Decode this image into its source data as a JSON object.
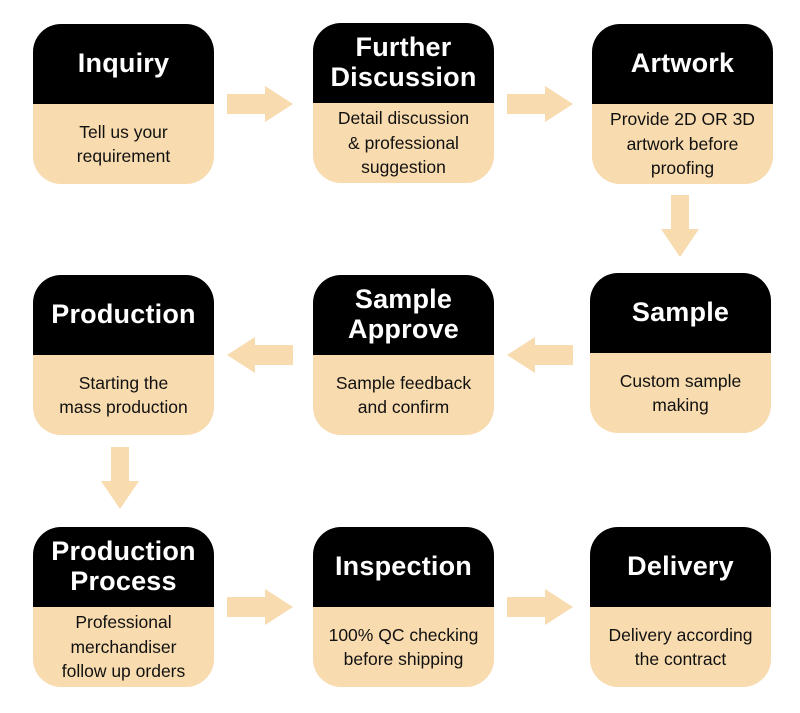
{
  "diagram": {
    "type": "process-flow",
    "colors": {
      "background": "#ffffff",
      "card_top_bg": "#000000",
      "card_bottom_bg": "#f8dbae",
      "arrow": "#f8dbae",
      "title_text": "#ffffff",
      "description_text": "#111111"
    },
    "steps": [
      {
        "title": "Inquiry",
        "description": "Tell us your\nrequirement"
      },
      {
        "title": "Further\nDiscussion",
        "description": "Detail discussion\n& professional\nsuggestion"
      },
      {
        "title": "Artwork",
        "description": "Provide 2D OR 3D\nartwork before\nproofing"
      },
      {
        "title": "Production",
        "description": "Starting the\nmass production"
      },
      {
        "title": "Sample\nApprove",
        "description": "Sample feedback\nand confirm"
      },
      {
        "title": "Sample",
        "description": "Custom sample\nmaking"
      },
      {
        "title": "Production\nProcess",
        "description": "Professional\nmerchandiser\nfollow up orders"
      },
      {
        "title": "Inspection",
        "description": "100% QC checking\nbefore shipping"
      },
      {
        "title": "Delivery",
        "description": "Delivery according\nthe contract"
      }
    ],
    "arrows": [
      {
        "from": "Inquiry",
        "to": "Further Discussion",
        "direction": "right"
      },
      {
        "from": "Further Discussion",
        "to": "Artwork",
        "direction": "right"
      },
      {
        "from": "Artwork",
        "to": "Sample",
        "direction": "down"
      },
      {
        "from": "Sample",
        "to": "Sample Approve",
        "direction": "left"
      },
      {
        "from": "Sample Approve",
        "to": "Production",
        "direction": "left"
      },
      {
        "from": "Production",
        "to": "Production Process",
        "direction": "down"
      },
      {
        "from": "Production Process",
        "to": "Inspection",
        "direction": "right"
      },
      {
        "from": "Inspection",
        "to": "Delivery",
        "direction": "right"
      }
    ]
  }
}
